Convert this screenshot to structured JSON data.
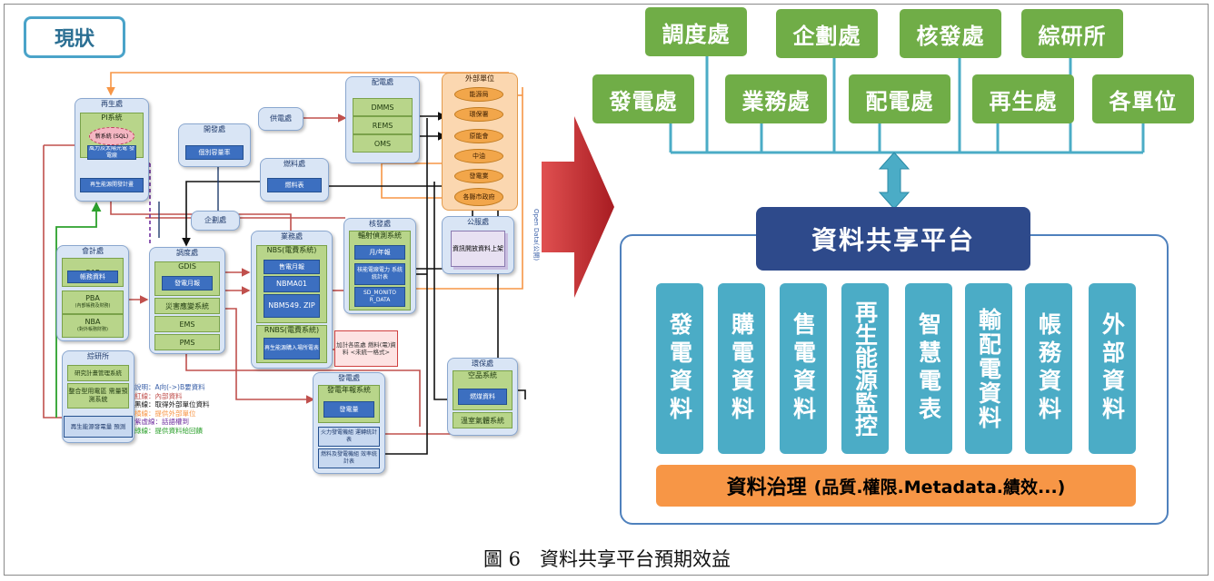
{
  "caption": "圖 6　資料共享平台預期效益",
  "status_label": "現狀",
  "current_diagram": {
    "renewable": {
      "title": "再生處",
      "pi": "PI系統",
      "pi_db": "新系統 (SQL)",
      "wind": "風力及太陽光電 發電廠",
      "plan": "再生能源開發計畫"
    },
    "development": {
      "title": "開發處",
      "item": "個別容量率"
    },
    "supply": {
      "title": "供電處"
    },
    "fuel": {
      "title": "燃料處",
      "item": "燃料表"
    },
    "distribution": {
      "title": "配電處",
      "items": [
        "DMMS",
        "REMS",
        "OMS"
      ]
    },
    "external": {
      "title": "外部單位",
      "items": [
        "能源局",
        "環保署",
        "原能會",
        "中油",
        "發電業",
        "各縣市政府"
      ]
    },
    "planning": {
      "title": "企劃處"
    },
    "accounting": {
      "title": "會計處",
      "sap": "SAP",
      "sap_item": "帳務資料",
      "pba": "PBA",
      "pba_item": "(內部帳務及財務)",
      "nba": "NBA",
      "nba_item": "(對外帳務財務)"
    },
    "dispatch": {
      "title": "調度處",
      "gdis": "GDIS",
      "gdis_item": "發電月報",
      "disaster": "災害應變系統",
      "ems": "EMS",
      "pms": "PMS"
    },
    "business": {
      "title": "業務處",
      "nbs": "NBS(電費系統)",
      "nbs_item": "售電月報",
      "nbma01": "NBMA01",
      "nbm549": "NBM549. ZIP",
      "rnbs": "RNBS(電費系統)",
      "rnbs_item": "再生能源購入場所電表"
    },
    "nuclear": {
      "title": "核發處",
      "sys": "輻射偵測系統",
      "item1": "月/年報",
      "item2": "核能電廠電力 系統統計表",
      "item3": "SD_MONITO R_DATA"
    },
    "public": {
      "title": "公服處",
      "item": "資訊開放資料上架"
    },
    "research": {
      "title": "綜研所",
      "item1": "研究計畫管理系統",
      "item2": "整合型用電區 需量預測系統",
      "item3": "再生能源發電量 預測"
    },
    "generation": {
      "title": "發電處",
      "sys": "發電年報系統",
      "item": "發電量",
      "item2": "火力發電機組 運轉統計表",
      "item3": "燃料及發電機組 效率統計表"
    },
    "environment": {
      "title": "環保處",
      "sys": "空品系統",
      "item": "燃煤資料",
      "item2": "溫室氣體系統"
    },
    "note": "加計各區處 燃料(電)資料 <未統一格式>",
    "open_data_label": "Open Data(公開)",
    "legend": [
      "說明：A向(->)B要資料",
      "紅線：內部資料",
      "黑線：取得外部單位資料",
      "橘線：提供外部單位",
      "紫虛線：話語權到",
      "綠線：提供資料給回饋"
    ]
  },
  "orgs_top": [
    "調度處",
    "企劃處",
    "核發處",
    "綜研所"
  ],
  "orgs_bottom": [
    "發電處",
    "業務處",
    "配電處",
    "再生處",
    "各單位"
  ],
  "platform_title": "資料共享平台",
  "data_columns": [
    "發電資料",
    "購電資料",
    "售電資料",
    "再生能源監控",
    "智慧電表",
    "輸配電資料",
    "帳務資料",
    "外部資料"
  ],
  "governance_bold": "資料治理",
  "governance_rest": "(品質.權限.Metadata.績效...)",
  "colors": {
    "org_green": "#70ad47",
    "platform_navy": "#2e4a8b",
    "column_teal": "#4bacc6",
    "governance_orange": "#f79646",
    "arrow_red": "#c0282d",
    "frame_blue": "#4f81bd"
  }
}
